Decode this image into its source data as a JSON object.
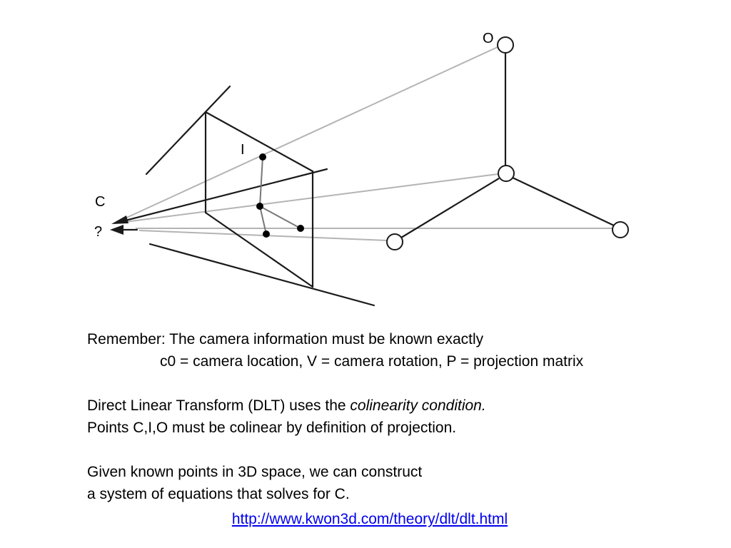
{
  "diagram": {
    "labels": {
      "object_point": "O",
      "image_point": "I",
      "camera_point": "C",
      "unknown": "?"
    }
  },
  "text": {
    "line1": "Remember: The camera information must be known exactly",
    "line2": "c0 = camera location, V = camera rotation, P = projection matrix",
    "line3_prefix": "Direct Linear Transform (DLT) uses the ",
    "line3_emphasis": "colinearity condition.",
    "line4": "Points C,I,O must be colinear by definition of projection.",
    "line5": "Given known points in 3D space, we can construct",
    "line6": "a system of equations that solves for C."
  },
  "link": {
    "text": "http://www.kwon3d.com/theory/dlt/dlt.html"
  },
  "colors": {
    "projection_rays": "#b4b4b4",
    "strokes": "#1a1a1a",
    "link": "#0000ee"
  }
}
